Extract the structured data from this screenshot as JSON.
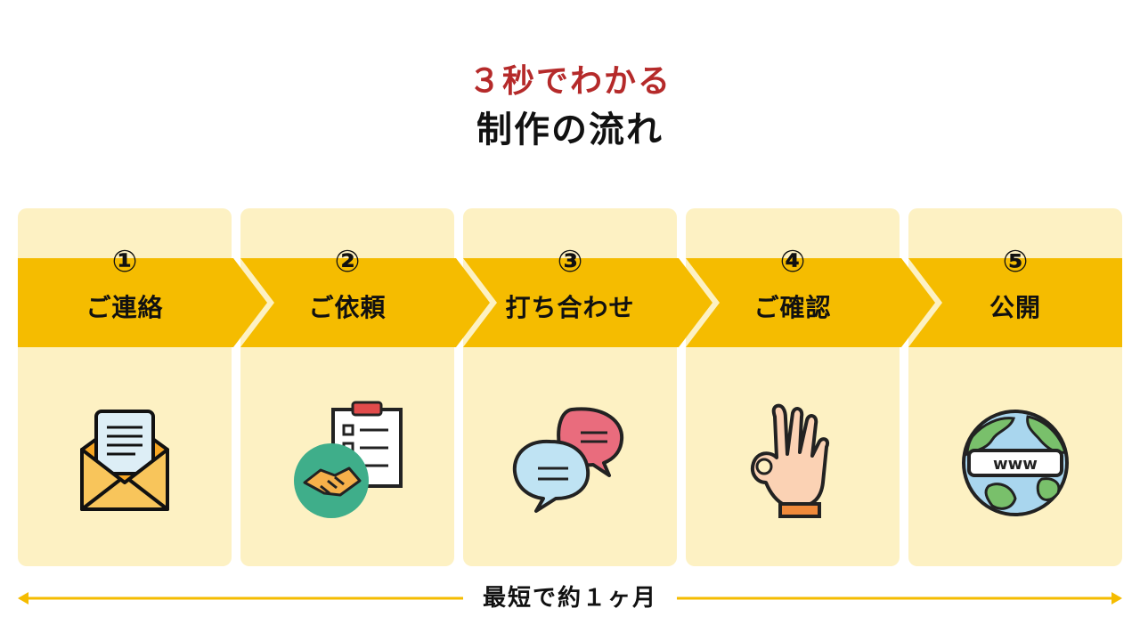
{
  "header": {
    "subtitle": "３秒でわかる",
    "title": "制作の流れ"
  },
  "steps": [
    {
      "number": "①",
      "label": "ご連絡",
      "icon": "envelope-letter-icon"
    },
    {
      "number": "②",
      "label": "ご依頼",
      "icon": "handshake-checklist-icon"
    },
    {
      "number": "③",
      "label": "打ち合わせ",
      "icon": "speech-bubbles-icon"
    },
    {
      "number": "④",
      "label": "ご確認",
      "icon": "ok-hand-icon"
    },
    {
      "number": "⑤",
      "label": "公開",
      "icon": "globe-www-icon"
    }
  ],
  "timeline": {
    "label": "最短で約１ヶ月"
  },
  "colors": {
    "accent_red": "#b52a2a",
    "banner_yellow": "#f5bc00",
    "card_bg": "#fdf1c3",
    "timeline_line": "#f5bc00"
  }
}
